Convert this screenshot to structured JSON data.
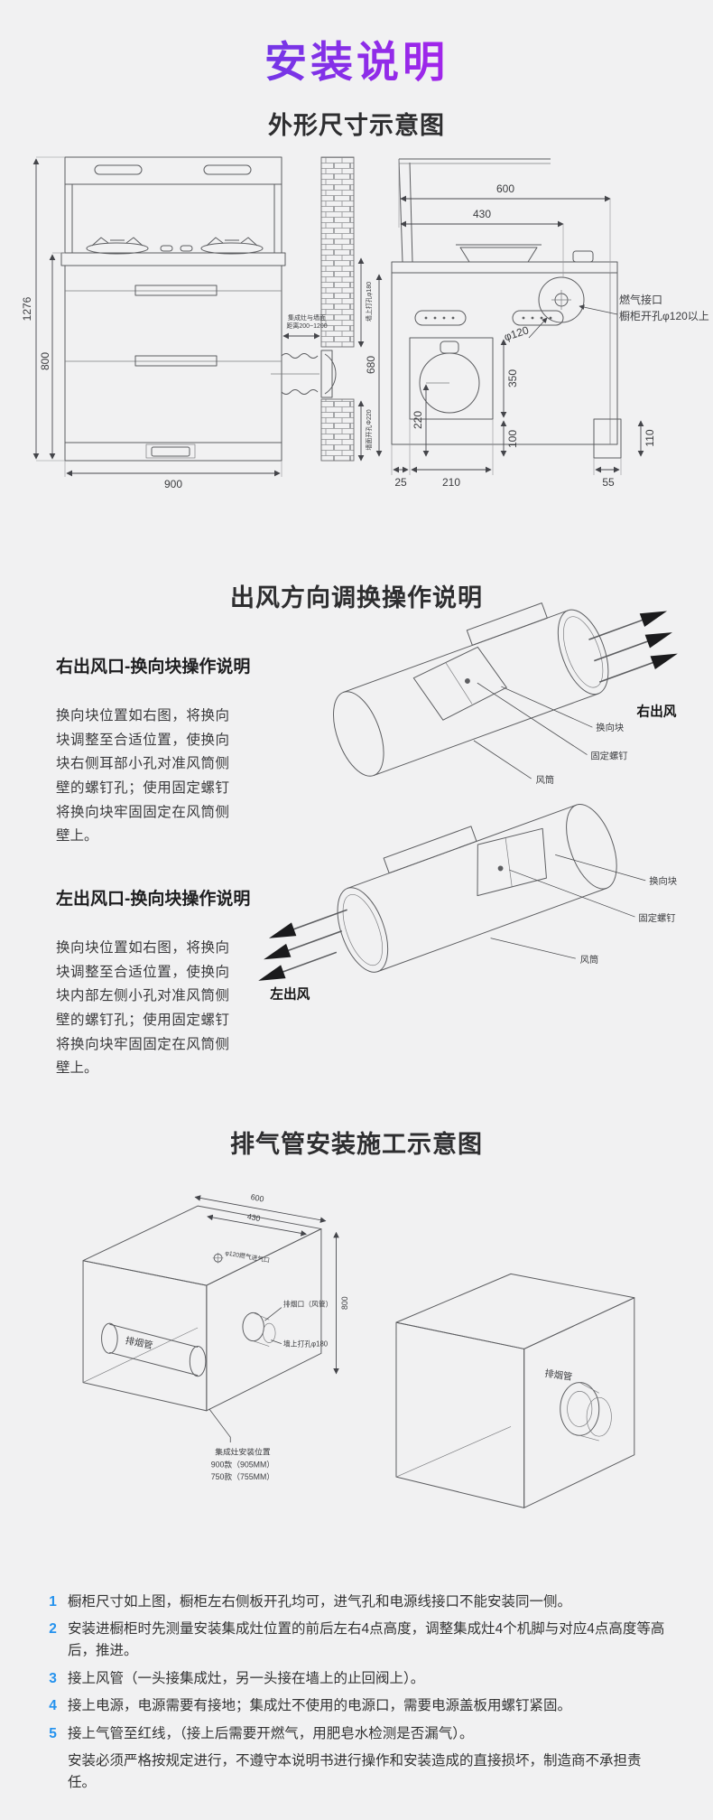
{
  "page_title": "安装说明",
  "theme": {
    "background": "#f1f1f2",
    "title_gradient_start": "#4a45e2",
    "title_gradient_end": "#cb16ee",
    "instruction_number_blue": "#2492ee",
    "line_art_gray": "#5c5d60"
  },
  "section_dimensions": {
    "heading": "外形尺寸示意图",
    "front_view": {
      "total_height": "1276",
      "body_height": "800",
      "width": "900",
      "wall_gap_line1": "集成灶与墙面",
      "wall_gap_line2": "距离200~1200",
      "wall_hole_upper": "墙上打孔φ180",
      "wall_hole_lower": "墙面开孔Φ220"
    },
    "side_view": {
      "depth_total": "600",
      "depth_gas": "430",
      "gas_hole_dia": "φ120",
      "gas_label_line1": "燃气接口",
      "gas_label_line2": "橱柜开孔φ120以上",
      "height_body": "680",
      "fan_box_height": "350",
      "fan_center_height": "220",
      "bottom_gap": "100",
      "foot_height": "110",
      "front_offset": "25",
      "fan_box_depth": "210",
      "back_offset": "55"
    }
  },
  "section_airflow": {
    "heading": "出风方向调换操作说明",
    "right_outlet": {
      "subheading": "右出风口-换向块操作说明",
      "body": "换向块位置如右图，将换向块调整至合适位置，使换向块右侧耳部小孔对准风筒侧壁的螺钉孔；使用固定螺钉将换向块牢固固定在风筒侧壁上。",
      "direction_label": "右出风",
      "label_block": "换向块",
      "label_screw": "固定螺钉",
      "label_duct": "风筒"
    },
    "left_outlet": {
      "subheading": "左出风口-换向块操作说明",
      "body": "换向块位置如右图，将换向块调整至合适位置，使换向块内部左侧小孔对准风筒侧壁的螺钉孔；使用固定螺钉将换向块牢固固定在风筒侧壁上。",
      "direction_label": "左出风",
      "label_block": "换向块",
      "label_screw": "固定螺钉",
      "label_duct": "风筒"
    }
  },
  "section_duct": {
    "heading": "排气管安装施工示意图",
    "depth_total": "600",
    "depth_gas": "430",
    "gas_inlet": "φ120燃气进气口",
    "pipe_left": "排烟管",
    "outlet": "排烟口（风管）",
    "wall_hole": "墙上打孔φ180",
    "height": "800",
    "position_line1": "集成灶安装位置",
    "position_line2": "900款（905MM）",
    "position_line3": "750款（755MM）",
    "pipe_right": "排烟管"
  },
  "instructions": {
    "items": [
      {
        "num": "1",
        "text": "橱柜尺寸如上图，橱柜左右侧板开孔均可，进气孔和电源线接口不能安装同一侧。"
      },
      {
        "num": "2",
        "text": "安装进橱柜时先测量安装集成灶位置的前后左右4点高度，调整集成灶4个机脚与对应4点高度等高后，推进。"
      },
      {
        "num": "3",
        "text": "接上风管（一头接集成灶，另一头接在墙上的止回阀上）。"
      },
      {
        "num": "4",
        "text": "接上电源，电源需要有接地；集成灶不使用的电源口，需要电源盖板用螺钉紧固。"
      },
      {
        "num": "5",
        "text": "接上气管至红线，（接上后需要开燃气，用肥皂水检测是否漏气）。"
      }
    ],
    "note": "安装必须严格按规定进行，不遵守本说明书进行操作和安装造成的直接损坏，制造商不承担责任。"
  }
}
